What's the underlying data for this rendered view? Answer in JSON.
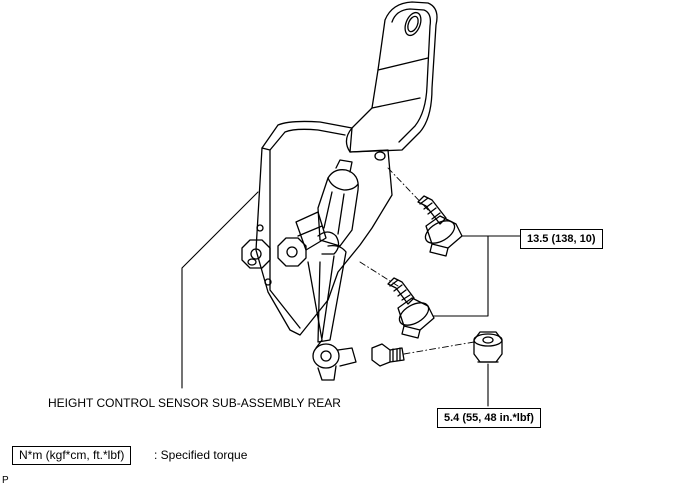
{
  "part_label": "HEIGHT CONTROL SENSOR SUB-ASSEMBLY REAR",
  "torque_labels": {
    "bolt": "13.5 (138, 10)",
    "nut": "5.4 (55, 48 in.*lbf)"
  },
  "legend": {
    "unit_box": "N*m (kgf*cm, ft.*lbf)",
    "description": ": Specified torque"
  },
  "corner_mark": "P"
}
